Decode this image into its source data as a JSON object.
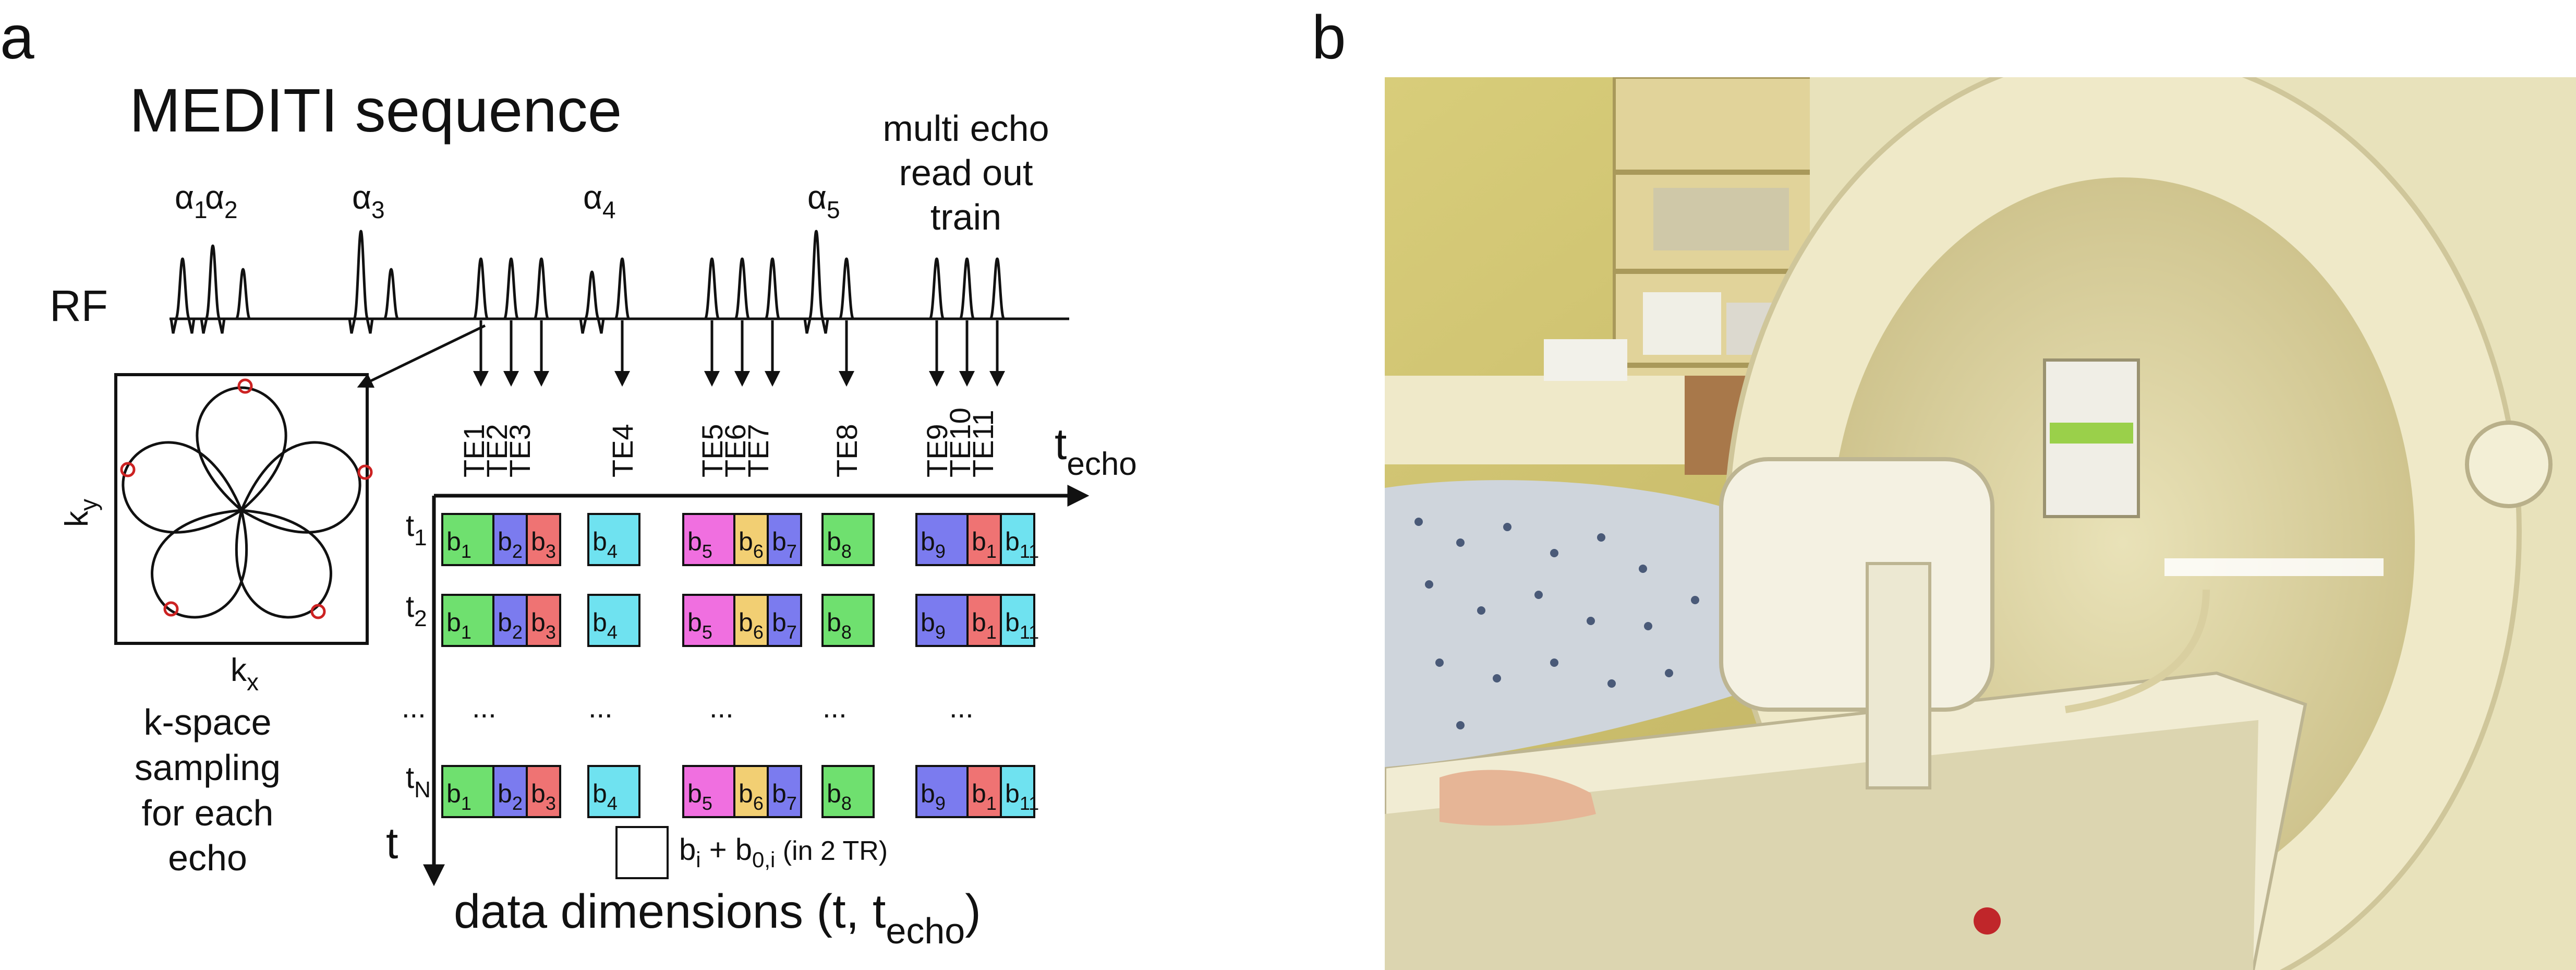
{
  "panel_a": {
    "label": "a",
    "title": "MEDITI sequence",
    "rf_label": "RF",
    "pulse_labels": [
      {
        "base": "α",
        "sub": "1"
      },
      {
        "base": "α",
        "sub": "2"
      },
      {
        "base": "α",
        "sub": "3"
      },
      {
        "base": "α",
        "sub": "4"
      },
      {
        "base": "α",
        "sub": "5"
      }
    ],
    "readout_label": [
      "multi echo",
      "read out",
      "train"
    ],
    "te_labels": [
      "TE1",
      "TE2",
      "TE3",
      "TE4",
      "TE5",
      "TE6",
      "TE7",
      "TE8",
      "TE9",
      "TE10",
      "TE11"
    ],
    "kspace": {
      "ky_base": "k",
      "ky_sub": "y",
      "kx_base": "k",
      "kx_sub": "x",
      "caption": [
        "k-space",
        "sampling",
        "for each",
        "echo"
      ]
    },
    "axis": {
      "t_echo_base": "t",
      "t_echo_sub": "echo",
      "t_label": "t"
    },
    "row_labels": [
      {
        "base": "t",
        "sub": "1"
      },
      {
        "base": "t",
        "sub": "2"
      },
      {
        "base": "t",
        "sub": "N"
      }
    ],
    "ellipsis": "...",
    "cells": [
      {
        "sub": "1",
        "color": "#6fe06f"
      },
      {
        "sub": "2",
        "color": "#7b7bef"
      },
      {
        "sub": "3",
        "color": "#ef7373"
      },
      {
        "sub": "4",
        "color": "#6fe2f0"
      },
      {
        "sub": "5",
        "color": "#f06fe0"
      },
      {
        "sub": "6",
        "color": "#f2cf73"
      },
      {
        "sub": "7",
        "color": "#7b7bef"
      },
      {
        "sub": "8",
        "color": "#6fe06f"
      },
      {
        "sub": "9",
        "color": "#7b7bef"
      },
      {
        "sub": "1",
        "color": "#ef7373"
      },
      {
        "sub": "11",
        "color": "#6fe2f0"
      }
    ],
    "cell_base": "b",
    "legend": {
      "b": "b",
      "i": "i",
      "plus": " + b",
      "zero_i": "0,i",
      "tr": " (in 2 TR)"
    },
    "data_dims": {
      "main": "data dimensions (t, t",
      "sub": "echo",
      "close": ")"
    }
  },
  "panel_b": {
    "label": "b"
  },
  "colors": {
    "green": "#6fe06f",
    "blue": "#7b7bef",
    "red": "#ef7373",
    "cyan": "#6fe2f0",
    "magenta": "#f06fe0",
    "yellow": "#f2cf73",
    "kspace_marker": "#cc2222"
  }
}
